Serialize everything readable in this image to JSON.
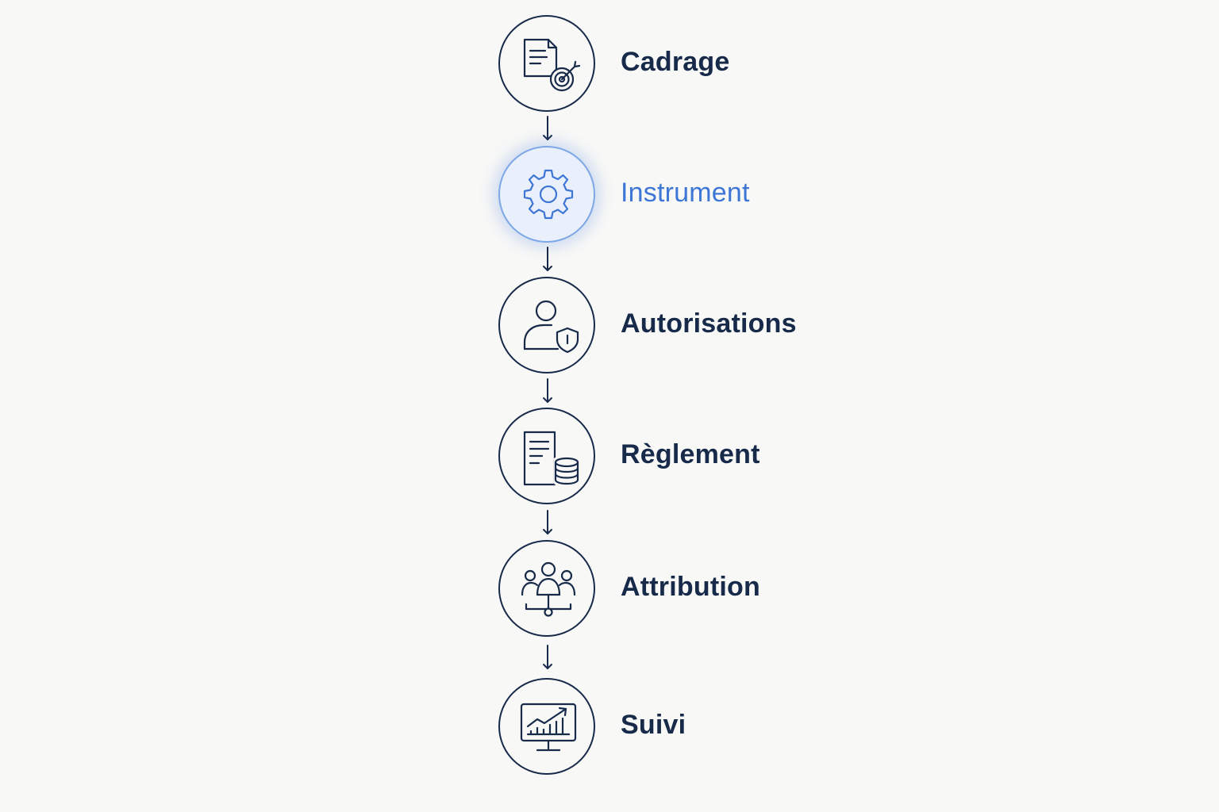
{
  "diagram": {
    "steps": [
      {
        "label": "Cadrage",
        "icon": "document-target-icon",
        "active": false
      },
      {
        "label": "Instrument",
        "icon": "gear-icon",
        "active": true
      },
      {
        "label": "Autorisations",
        "icon": "user-shield-icon",
        "active": false
      },
      {
        "label": "Règlement",
        "icon": "document-coins-icon",
        "active": false
      },
      {
        "label": "Attribution",
        "icon": "team-network-icon",
        "active": false
      },
      {
        "label": "Suivi",
        "icon": "monitor-chart-icon",
        "active": false
      }
    ]
  },
  "colors": {
    "ink": "#172a4a",
    "accent": "#3e76d6",
    "background": "#f8f8f6"
  }
}
